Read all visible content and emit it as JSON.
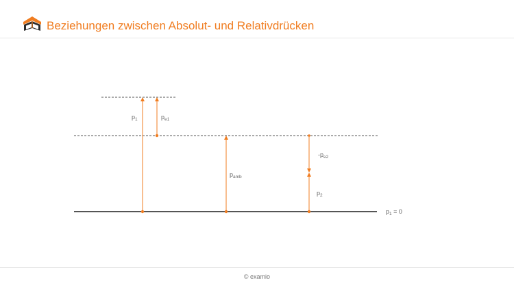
{
  "header": {
    "title": "Beziehungen zwischen Absolut- und Relativdrücken",
    "logo_icon": "examio-logo-icon"
  },
  "labels": {
    "p1": {
      "base": "p",
      "sub": "1"
    },
    "pe1": {
      "base": "p",
      "sub": "e1"
    },
    "pamb": {
      "base": "p",
      "sub": "amb"
    },
    "pe2": {
      "base": "-p",
      "sub": "e2"
    },
    "p2": {
      "base": "p",
      "sub": "2"
    },
    "baseline": {
      "base": "p",
      "sub": "1",
      "suffix": " = 0"
    }
  },
  "footer": {
    "copyright": "© examio"
  },
  "colors": {
    "accent": "#f07d21",
    "line": "#555555",
    "text": "#666666"
  }
}
